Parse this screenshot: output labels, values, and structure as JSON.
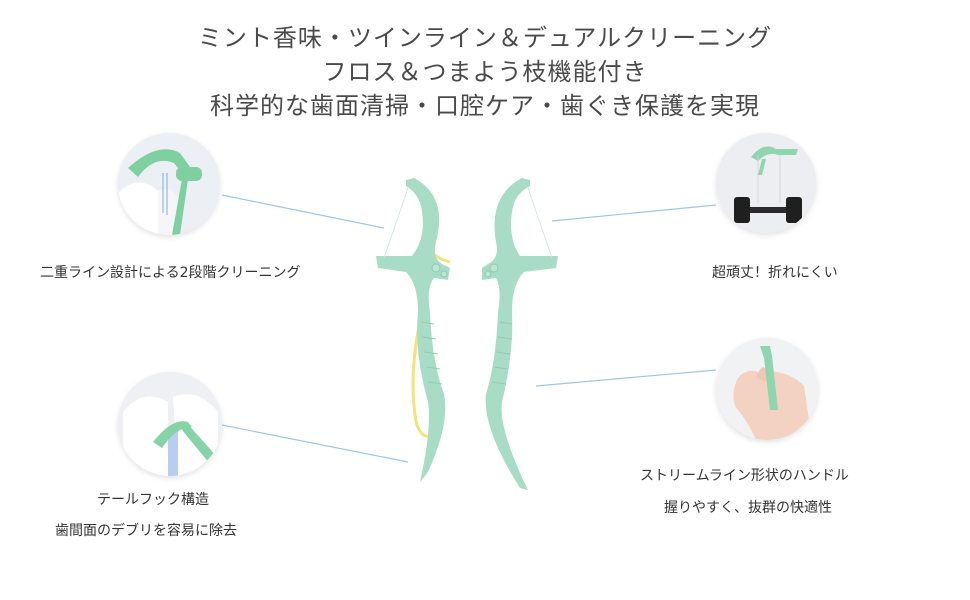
{
  "headline": {
    "line1": "ミント香味・ツインライン＆デュアルクリーニング",
    "line2": "フロス＆つまよう枝機能付き",
    "line3": "科学的な歯面清掃・口腔ケア・歯ぐき保護を実現"
  },
  "features": {
    "double_line": "二重ライン設計による2段階クリーニング",
    "sturdy": "超頑丈！折れにくい",
    "tail_hook_1": "テールフック構造",
    "tail_hook_2": "歯間面のデブリを容易に除去",
    "handle_1": "ストリームライン形状のハンドル",
    "handle_2": "握りやすく、抜群の快適性"
  },
  "colors": {
    "pick": "#a8dcc6",
    "accent_yellow": "#f2e37a",
    "callout_line": "#9cc7e6"
  }
}
